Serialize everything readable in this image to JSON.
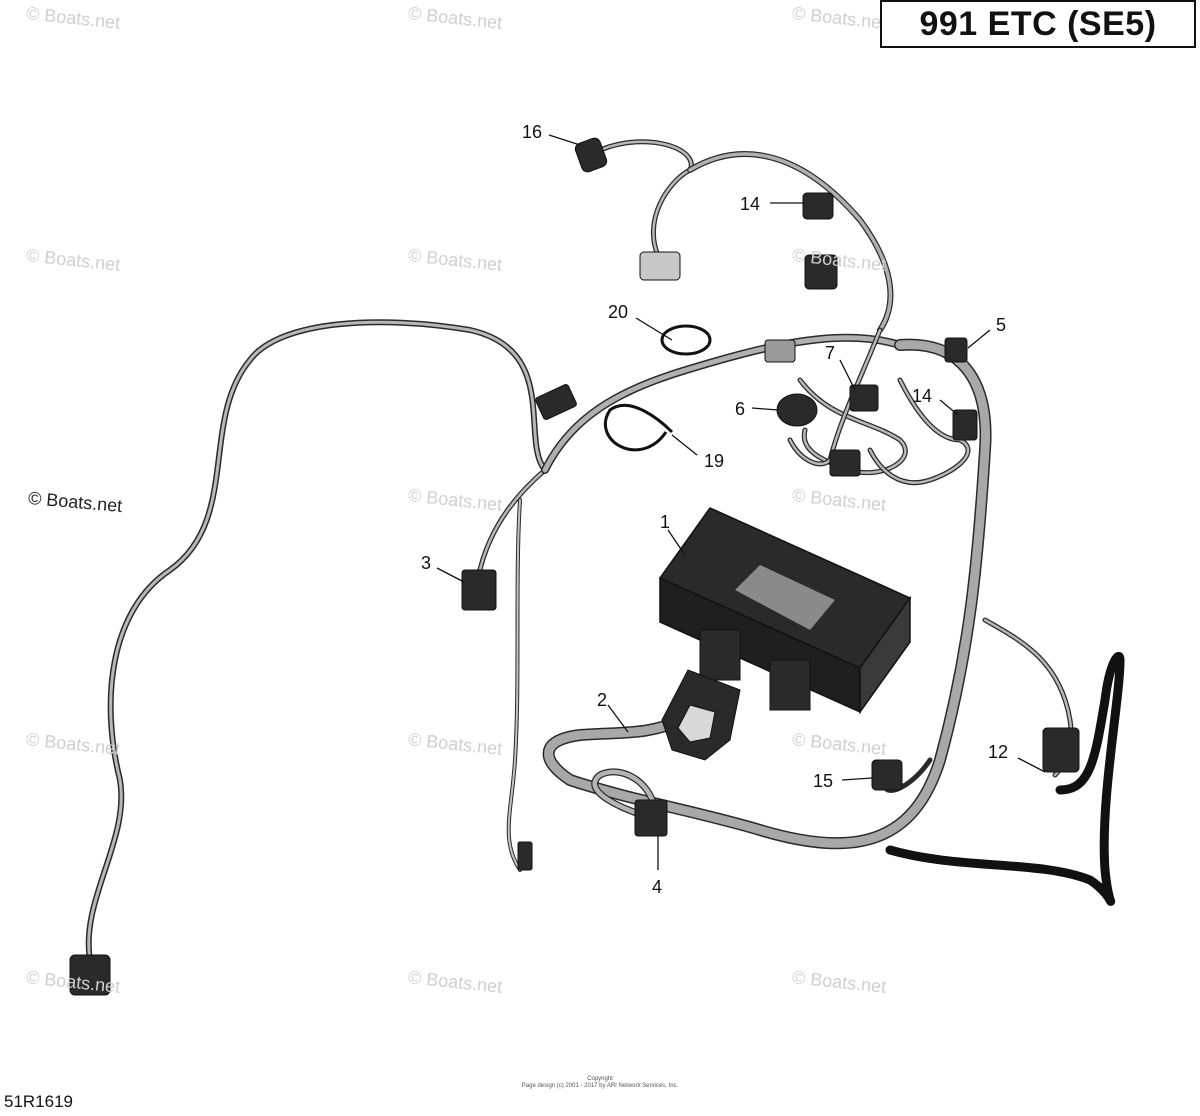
{
  "title": "991 ETC (SE5)",
  "watermark": "© Boats.net",
  "figure_id": "51R1619",
  "copyright_line1": "Copyright",
  "copyright_line2": "Page design (c) 2001 - 2017 by ARI Network Services, Inc.",
  "callouts": {
    "c1": "1",
    "c2": "2",
    "c3": "3",
    "c4": "4",
    "c5": "5",
    "c6": "6",
    "c7": "7",
    "c12": "12",
    "c14a": "14",
    "c14b": "14",
    "c15": "15",
    "c16": "16",
    "c19": "19",
    "c20": "20"
  },
  "colors": {
    "harness": "#9a9a9a",
    "dark_harness": "#1a1a1a",
    "ecm": "#2a2a2a",
    "label_panel": "#8a8a8a"
  }
}
